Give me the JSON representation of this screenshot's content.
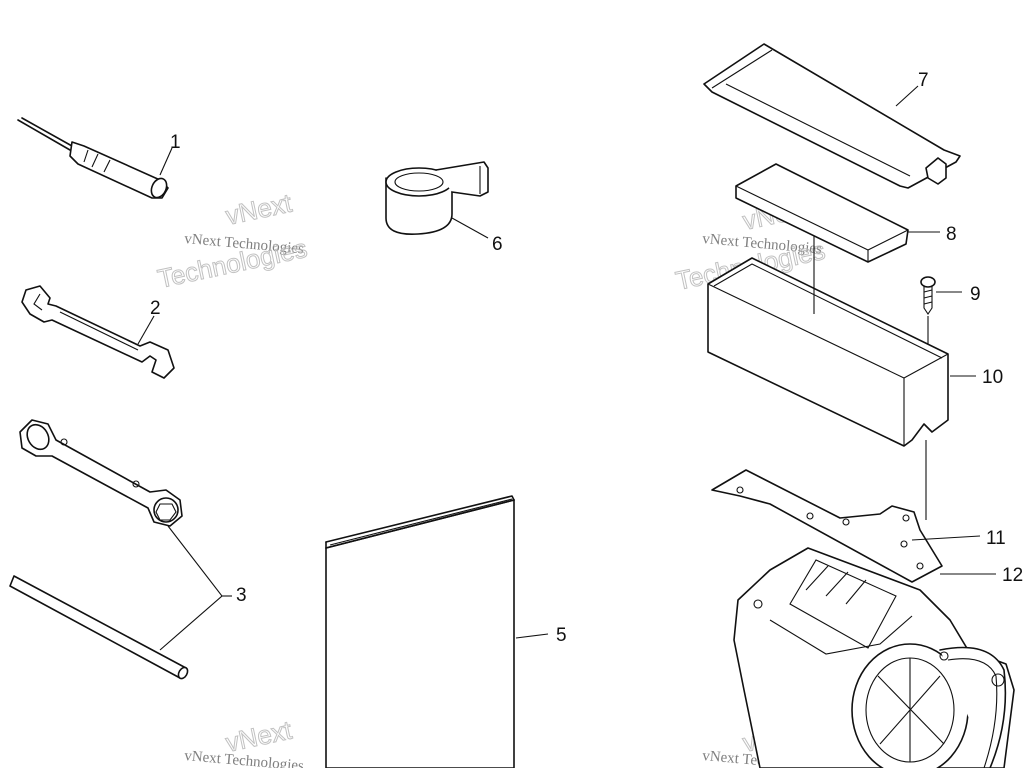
{
  "callouts": {
    "c1": "1",
    "c2": "2",
    "c3": "3",
    "c5": "5",
    "c6": "6",
    "c7": "7",
    "c8": "8",
    "c9": "9",
    "c10": "10",
    "c11": "11",
    "c12": "12"
  },
  "watermark": {
    "line1": "vNext",
    "line2": "vNext Technologies",
    "line3": "Technologies"
  }
}
